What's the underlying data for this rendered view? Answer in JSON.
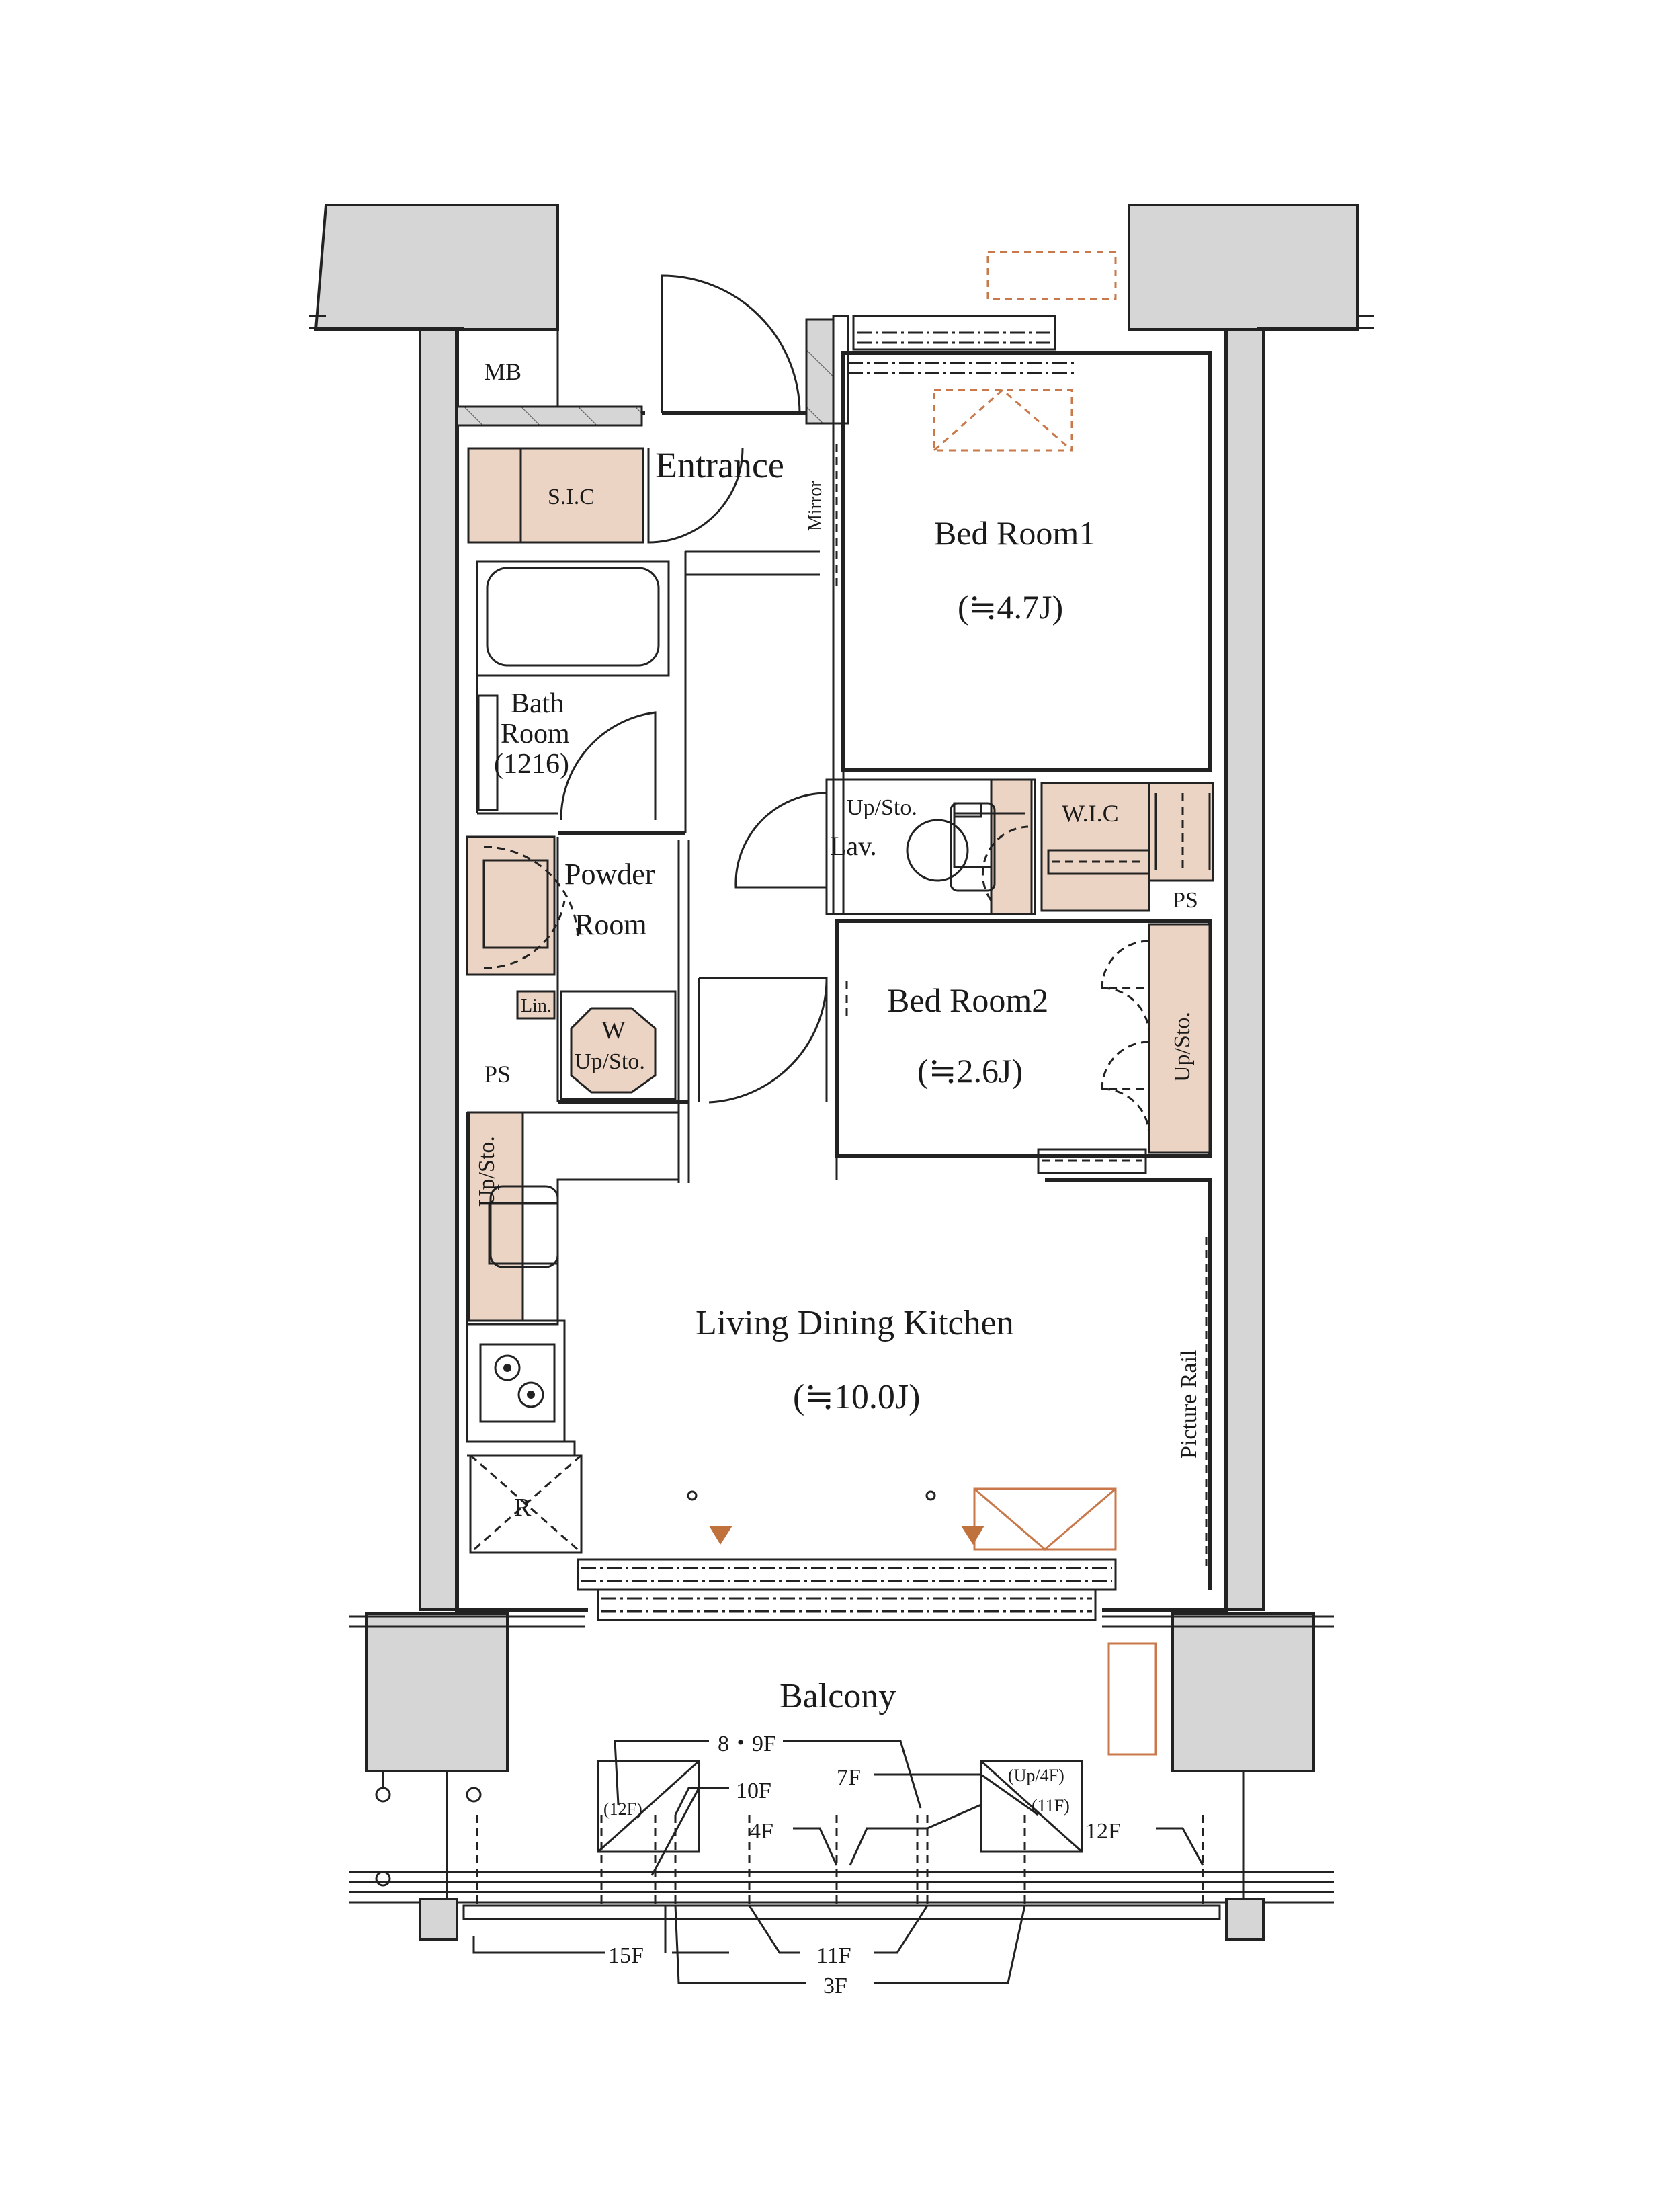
{
  "rooms": {
    "mb": "MB",
    "sic": "S.I.C",
    "entrance": "Entrance",
    "mirror": "Mirror",
    "bed1_name": "Bed Room1",
    "bed1_area": "(≒4.7J)",
    "bath_l1": "Bath",
    "bath_l2": "Room",
    "bath_l3": "(1216)",
    "upsto_lav": "Up/Sto.",
    "lav": "Lav.",
    "wic": "W.I.C",
    "ps_right": "PS",
    "powder_l1": "Powder",
    "powder_l2": "Room",
    "lin": "Lin.",
    "w": "W",
    "upsto_w": "Up/Sto.",
    "ps_left": "PS",
    "bed2_name": "Bed Room2",
    "bed2_area": "(≒2.6J)",
    "upsto_bed2": "Up/Sto.",
    "upsto_kitchen": "Up/Sto.",
    "ldk_name": "Living Dining Kitchen",
    "ldk_area": "(≒10.0J)",
    "picture_rail": "Picture Rail",
    "r": "R",
    "balcony": "Balcony"
  },
  "floor_notes": {
    "f89": "8・9F",
    "f7": "7F",
    "f10": "10F",
    "f12a": "(12F)",
    "f4": "4F",
    "up4f": "(Up/4F)",
    "f11a": "(11F)",
    "f12": "12F",
    "f15": "15F",
    "f11": "11F",
    "f3": "3F"
  },
  "colors": {
    "storage": "#ecd4c4",
    "accent_orange": "#c8784a",
    "wall": "#d6d6d6"
  }
}
